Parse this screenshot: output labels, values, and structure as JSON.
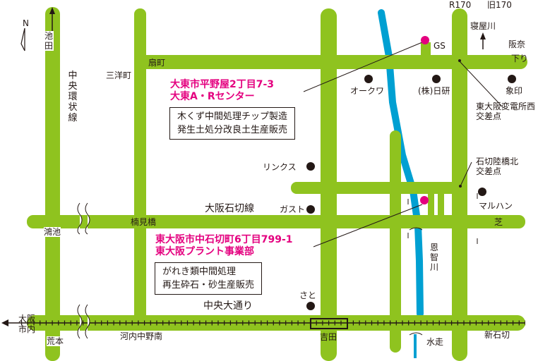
{
  "map": {
    "roads": {
      "north": "池田",
      "chuo_kanjo": "中央環状線",
      "sanyo": "三洋町",
      "ogimachi": "扇町",
      "neyagawa": "寝屋川",
      "hanna": "阪奈",
      "hanna_kudari": "下り",
      "osaka_ishikiri": "大阪石切線",
      "kusumibashi": "楠見橋",
      "konoike": "鴻池",
      "shiba": "芝",
      "chuo_odori": "中央大通り",
      "osaka_shinai_1": "大阪",
      "osaka_shinai_2": "市内",
      "aramoto": "荒本",
      "kawachi_nakano": "河内中野南",
      "yoshida": "吉田",
      "mizuhashiri": "水走",
      "shin_ishikiri": "新石切",
      "onchi_river": "恩智川",
      "r170": "R170",
      "old170": "旧170"
    },
    "compass_label": "N",
    "landmarks": {
      "gs": "GS",
      "okuwa": "オークワ",
      "nikken": "(株)日研",
      "zoin": "象印",
      "rinkusu": "リンクス",
      "gusto": "ガスト",
      "sato": "さと",
      "maruhan": "マルハン"
    },
    "intersections": {
      "substation_1": "東大阪変電所西",
      "substation_2": "交差点",
      "bridge_1": "石切陸橋北",
      "bridge_2": "交差点"
    },
    "location1": {
      "address": "大東市平野屋2丁目7-3",
      "name": "大東A・Rセンター",
      "service1": "木くず中間処理チップ製造",
      "service2": "発生土処分改良土生産販売"
    },
    "location2": {
      "address": "東大阪市中石切町6丁目799-1",
      "name": "東大阪プラント事業部",
      "service1": "がれき類中間処理",
      "service2": "再生砕石・砂生産販売"
    },
    "colors": {
      "road": "#8fc31f",
      "river": "#00a0d2",
      "marker": "#e4007f",
      "ink": "#231815"
    }
  }
}
